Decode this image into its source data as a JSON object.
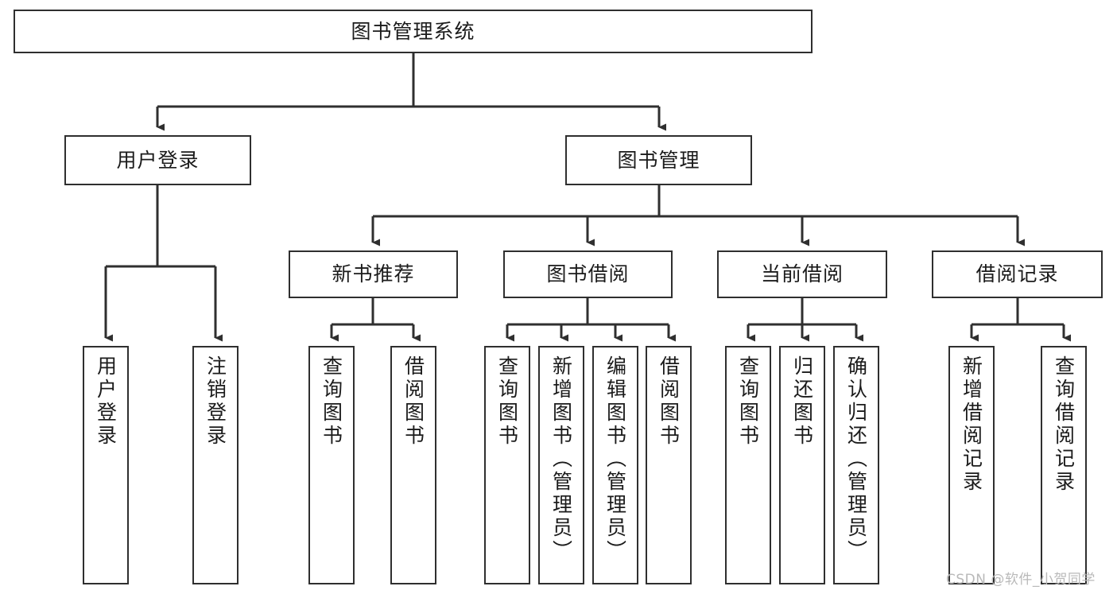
{
  "diagram": {
    "type": "tree-hierarchy",
    "title": "图书管理系统",
    "orientation": "top-down",
    "colors": {
      "box_border": "#2f2f2f",
      "box_fill": "#ffffff",
      "connector": "#2f2f2f",
      "text": "#1b1b1b",
      "watermark": "#b9b9b9",
      "background": "#ffffff"
    }
  },
  "root": {
    "label": "图书管理系统"
  },
  "level2": [
    {
      "label": "用户登录"
    },
    {
      "label": "图书管理"
    }
  ],
  "level3": [
    {
      "label": "新书推荐"
    },
    {
      "label": "图书借阅"
    },
    {
      "label": "当前借阅"
    },
    {
      "label": "借阅记录"
    }
  ],
  "leaves": {
    "user_login": [
      {
        "label": "用户登录"
      },
      {
        "label": "注销登录"
      }
    ],
    "new_book_recommend": [
      {
        "label": "查询图书"
      },
      {
        "label": "借阅图书"
      }
    ],
    "book_borrow": [
      {
        "label": "查询图书"
      },
      {
        "label": "新增图书（管理员）"
      },
      {
        "label": "编辑图书（管理员）"
      },
      {
        "label": "借阅图书"
      }
    ],
    "current_borrow": [
      {
        "label": "查询图书"
      },
      {
        "label": "归还图书"
      },
      {
        "label": "确认归还（管理员）"
      }
    ],
    "borrow_record": [
      {
        "label": "新增借阅记录"
      },
      {
        "label": "查询借阅记录"
      }
    ]
  },
  "watermark": {
    "text": "CSDN @软件_小贺同学"
  }
}
